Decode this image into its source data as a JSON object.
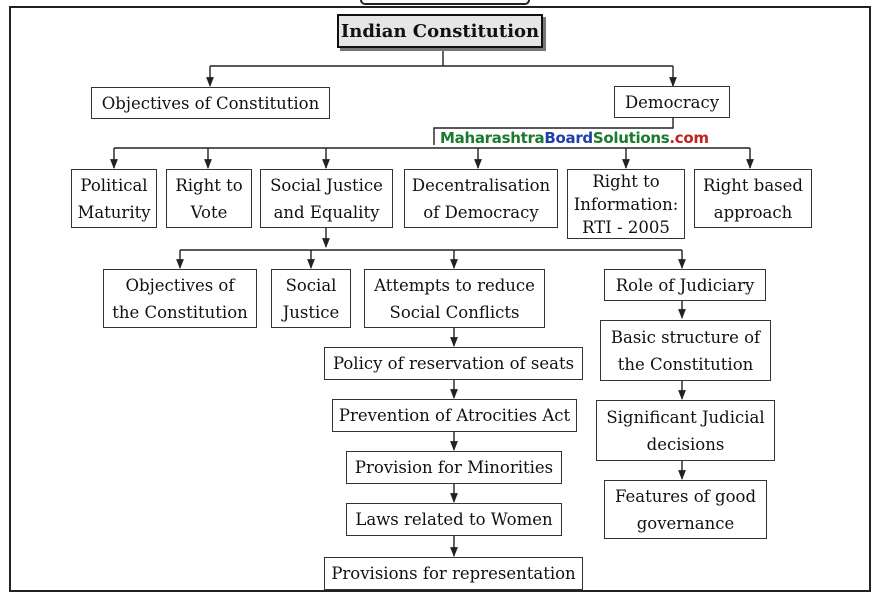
{
  "nodes": {
    "root": "Indian Constitution",
    "objectives_of_constitution": "Objectives of Constitution",
    "democracy": "Democracy",
    "political_maturity": "Political\nMaturity",
    "right_to_vote": "Right to\nVote",
    "social_justice_equality": "Social Justice\nand Equality",
    "decentralisation": "Decentralisation\nof Democracy",
    "rti": "Right to\nInformation:\nRTI - 2005",
    "right_based": "Right based\napproach",
    "objectives_of_the_constitution": "Objectives of\nthe Constitution",
    "social_justice": "Social\nJustice",
    "attempts": "Attempts to reduce\nSocial Conflicts",
    "role_of_judiciary": "Role of Judiciary",
    "reservation": "Policy of reservation of seats",
    "atrocities": "Prevention of Atrocities Act",
    "minorities": "Provision for Minorities",
    "women": "Laws related to Women",
    "representation": "Provisions for representation",
    "basic_structure": "Basic structure of\nthe Constitution",
    "judicial_decisions": "Significant Judicial\ndecisions",
    "good_governance": "Features of good\ngovernance"
  },
  "watermark": {
    "part1": "Maharashtra",
    "part2": "Board",
    "part3": "Solutions",
    "part4": ".com"
  },
  "colors": {
    "line": "#222222",
    "title_bg": "#e6e6e6",
    "watermark_green": "#1a7a2e",
    "watermark_blue": "#1f3ea8",
    "watermark_red": "#c22222"
  }
}
